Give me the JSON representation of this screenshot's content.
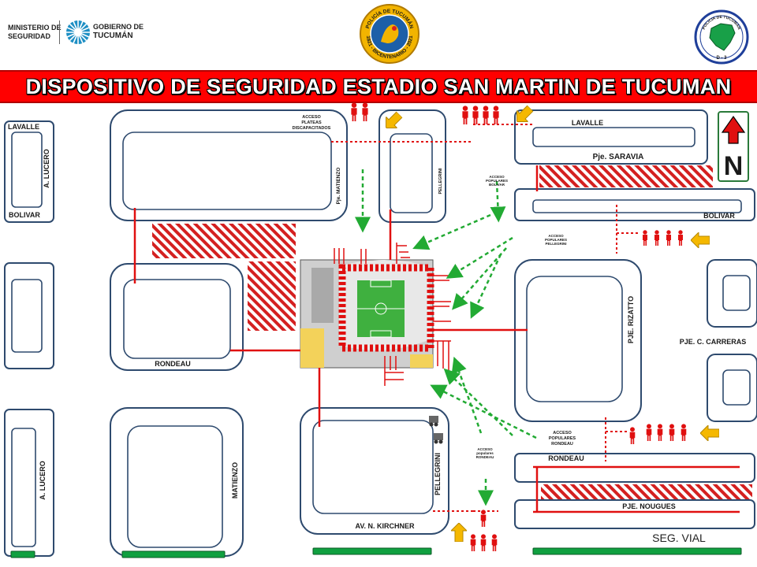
{
  "header": {
    "ministry_line1": "MINISTERIO DE",
    "ministry_line2": "SEGURIDAD",
    "gov_line1": "GOBIERNO DE",
    "gov_line2": "TUCUMÁN",
    "emblem_top": "POLICÍA DE TUCUMÁN",
    "emblem_bottom": "1821 - BICENTENARIO - 2021",
    "division_emblem": "POLICIA DE TUCUMAN",
    "division_code": "D - 3"
  },
  "title": "DISPOSITIVO DE SEGURIDAD ESTADIO SAN MARTIN DE TUCUMAN",
  "north": "N",
  "streets": {
    "lavalle_left": "LAVALLE",
    "bolivar_left": "BOLIVAR",
    "lucero_top": "A. LUCERO",
    "lucero_bottom": "A. LUCERO",
    "matienzo_top": "Pje. MATIENZO",
    "matienzo_bottom": "MATIENZO",
    "pellegrini_top": "PELLEGRINI",
    "pellegrini_bottom": "PELLEGRINI",
    "rondeau_left": "RONDEAU",
    "lavalle_right": "LAVALLE",
    "saravia": "Pje. SARAVIA",
    "bolivar_right": "BOLIVAR",
    "rizatto": "PJE. RIZATTO",
    "carreras": "PJE. C. CARRERAS",
    "rondeau_right": "RONDEAU",
    "nougues": "PJE. NOUGUES",
    "kirchner": "AV. N. KIRCHNER",
    "seg_vial": "SEG. VIAL"
  },
  "access_labels": {
    "plateas": [
      "ACCESO",
      "PLATEAS",
      "DISCAPACITADOS"
    ],
    "bolivar": [
      "ACCESO",
      "POPULARES",
      "BOLIVAR"
    ],
    "pellegrini": [
      "ACCESO",
      "POPULARES",
      "PELLEGRINI"
    ],
    "rondeau_right": [
      "ACCESO",
      "POPULARES",
      "RONDEAU"
    ],
    "rondeau_bottom": [
      "ACCESO",
      "populares",
      "RONDEAU"
    ]
  },
  "colors": {
    "block_border": "#2e4a6e",
    "police_line": "#e01010",
    "access_arrow": "#22aa33",
    "hatch": "#d42020",
    "entry_arrow": "#f5b800",
    "pitch": "#3fb03f",
    "barrier": "#10a040"
  }
}
